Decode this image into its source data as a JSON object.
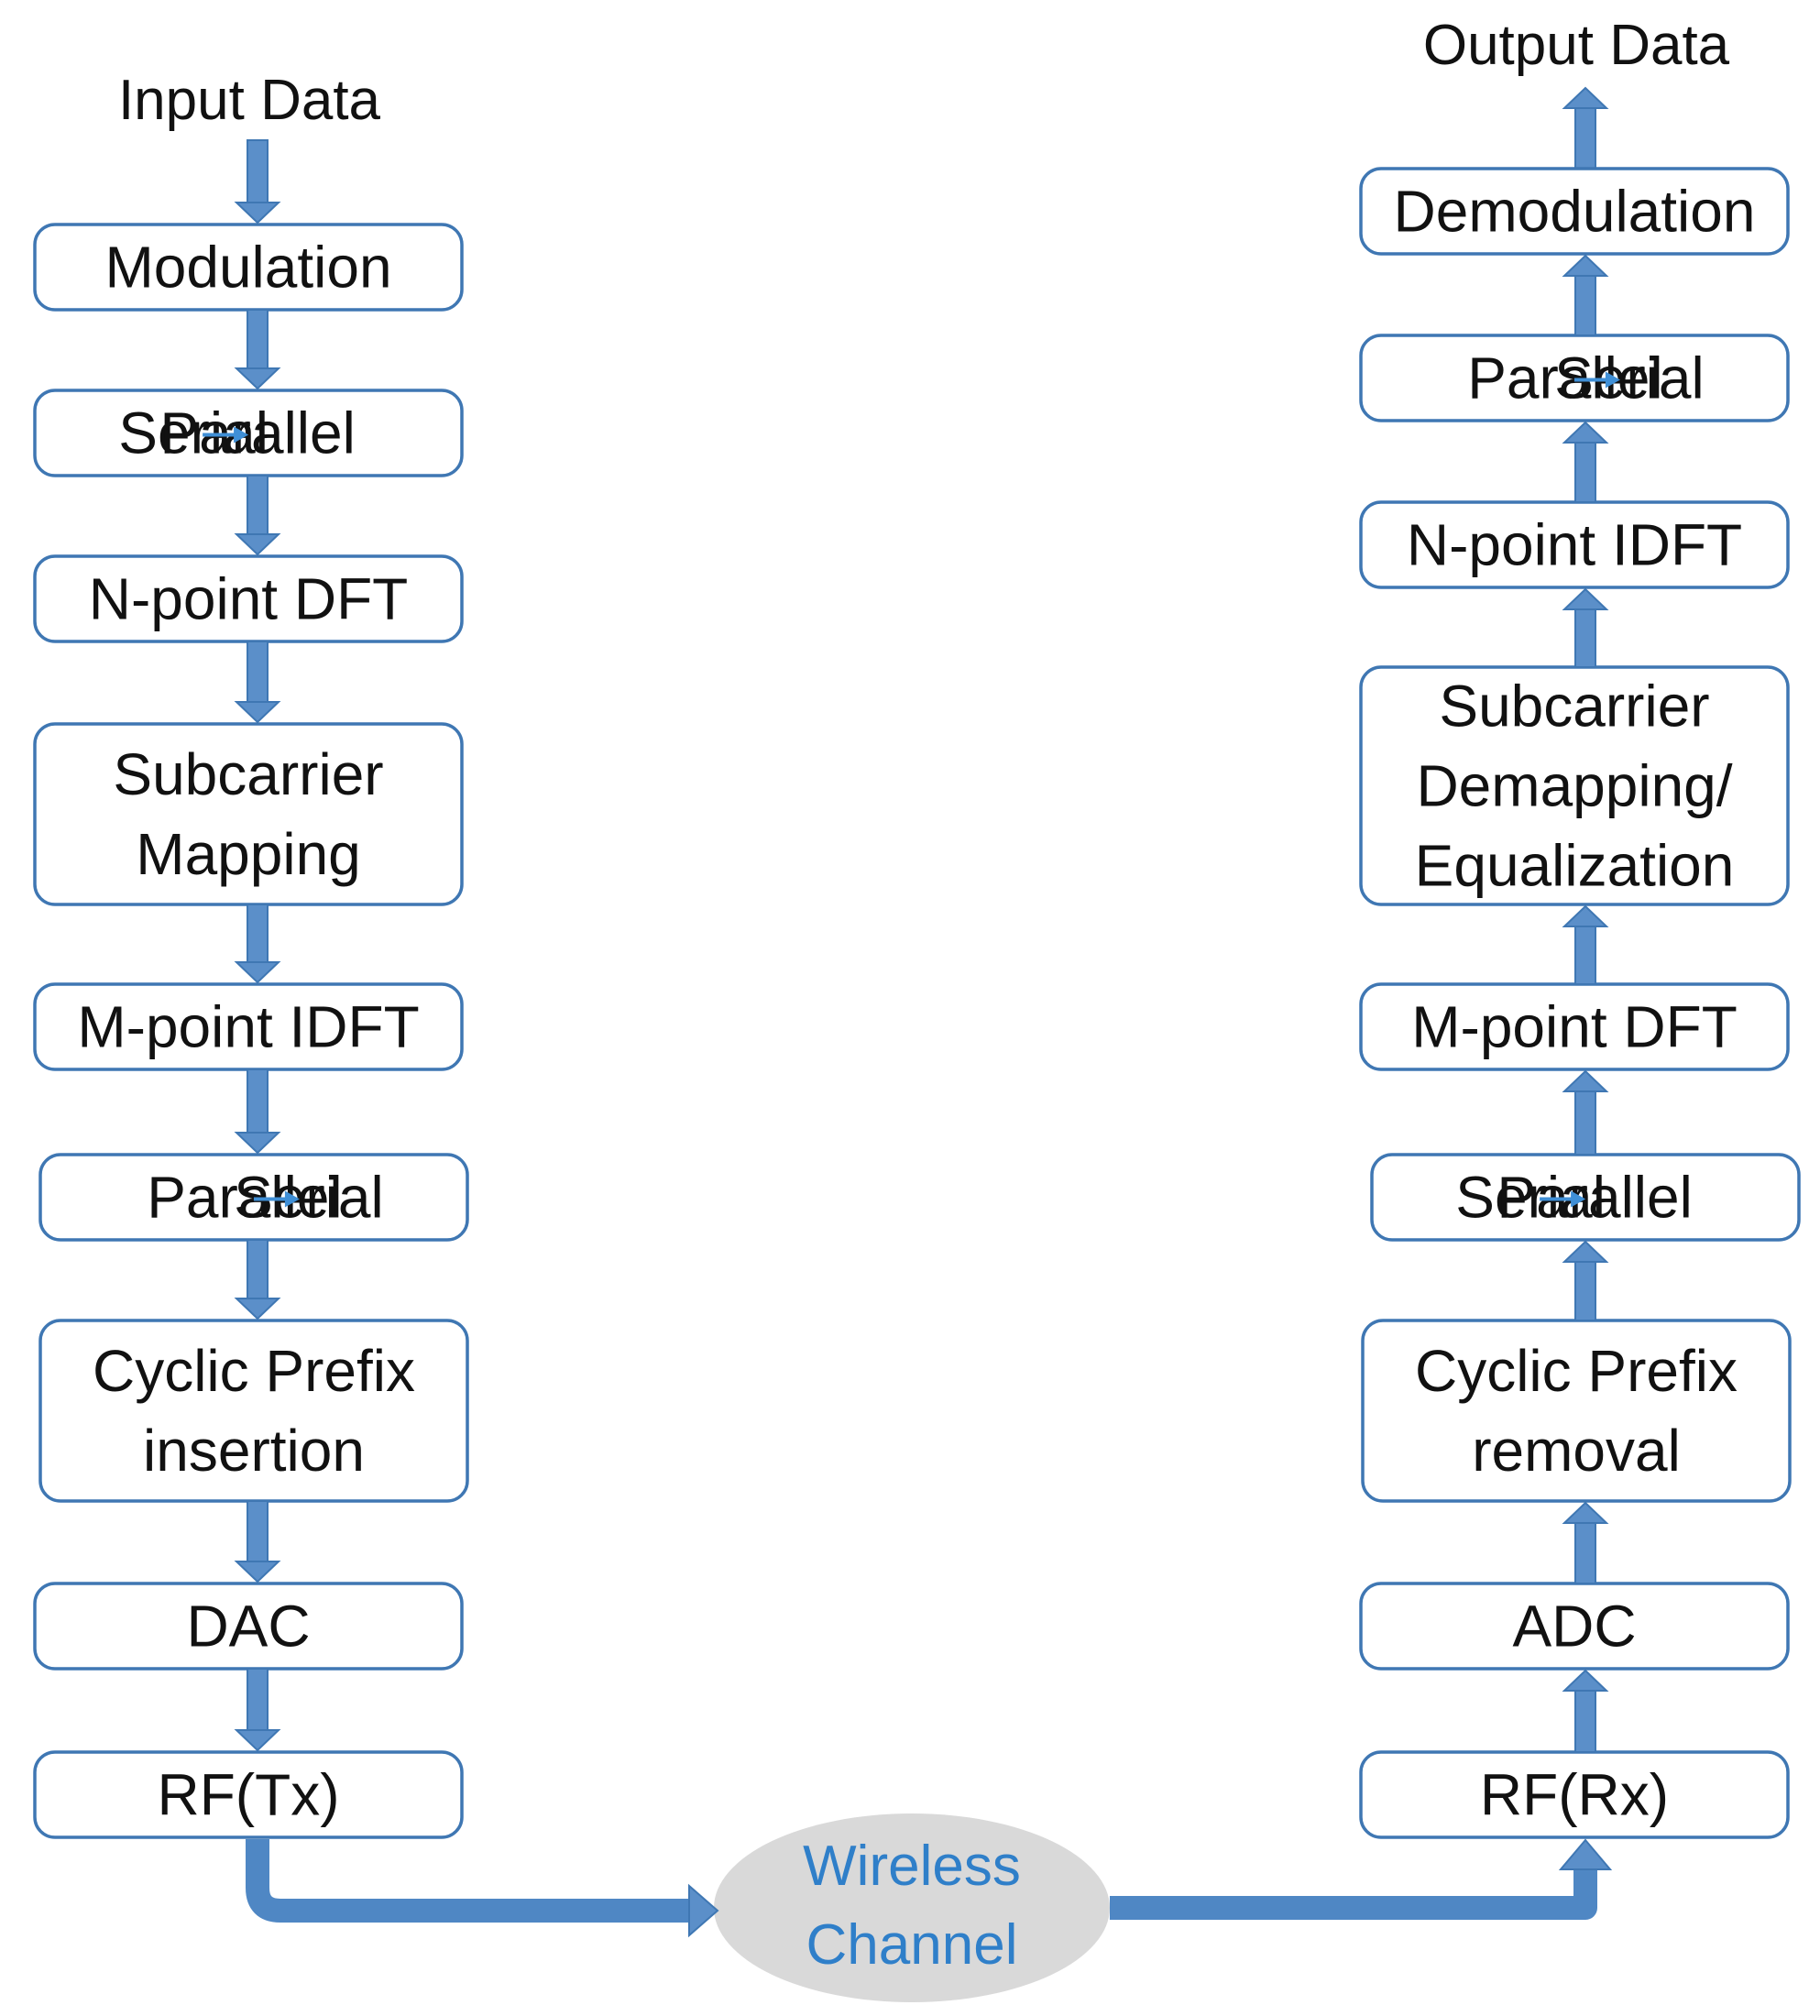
{
  "transmitter": {
    "input_label": "Input Data",
    "blocks": [
      {
        "id": "modulation",
        "lines": [
          "Modulation"
        ]
      },
      {
        "id": "serial-to-parallel",
        "arrow_pair": [
          "Serial",
          "Parallel"
        ]
      },
      {
        "id": "n-point-dft",
        "lines": [
          "N-point DFT"
        ]
      },
      {
        "id": "subcarrier-mapping",
        "lines": [
          "Subcarrier",
          "Mapping"
        ]
      },
      {
        "id": "m-point-idft",
        "lines": [
          "M-point IDFT"
        ]
      },
      {
        "id": "parallel-to-serial",
        "arrow_pair": [
          "Parallel",
          "Serial"
        ]
      },
      {
        "id": "cyclic-prefix-insertion",
        "lines": [
          "Cyclic Prefix",
          "insertion"
        ]
      },
      {
        "id": "dac",
        "lines": [
          "DAC"
        ]
      },
      {
        "id": "rf-tx",
        "lines": [
          "RF(Tx)"
        ]
      }
    ]
  },
  "channel": {
    "lines": [
      "Wireless",
      "Channel"
    ]
  },
  "receiver": {
    "output_label": "Output Data",
    "blocks": [
      {
        "id": "demodulation",
        "lines": [
          "Demodulation"
        ]
      },
      {
        "id": "parallel-to-serial",
        "arrow_pair": [
          "Parallel",
          "Serial"
        ]
      },
      {
        "id": "n-point-idft",
        "lines": [
          "N-point IDFT"
        ]
      },
      {
        "id": "subcarrier-demapping-equalization",
        "lines": [
          "Subcarrier",
          "Demapping/",
          "Equalization"
        ]
      },
      {
        "id": "m-point-dft",
        "lines": [
          "M-point DFT"
        ]
      },
      {
        "id": "serial-to-parallel",
        "arrow_pair": [
          "Serial",
          "Parallel"
        ]
      },
      {
        "id": "cyclic-prefix-removal",
        "lines": [
          "Cyclic Prefix",
          "removal"
        ]
      },
      {
        "id": "adc",
        "lines": [
          "ADC"
        ]
      },
      {
        "id": "rf-rx",
        "lines": [
          "RF(Rx)"
        ]
      }
    ]
  },
  "colors": {
    "box_border": "#3f77b3",
    "arrow": "#5b8fc9",
    "channel_fill": "#d9d9d9",
    "channel_text": "#2f7fc9",
    "inline_arrow": "#3f8fd6"
  }
}
